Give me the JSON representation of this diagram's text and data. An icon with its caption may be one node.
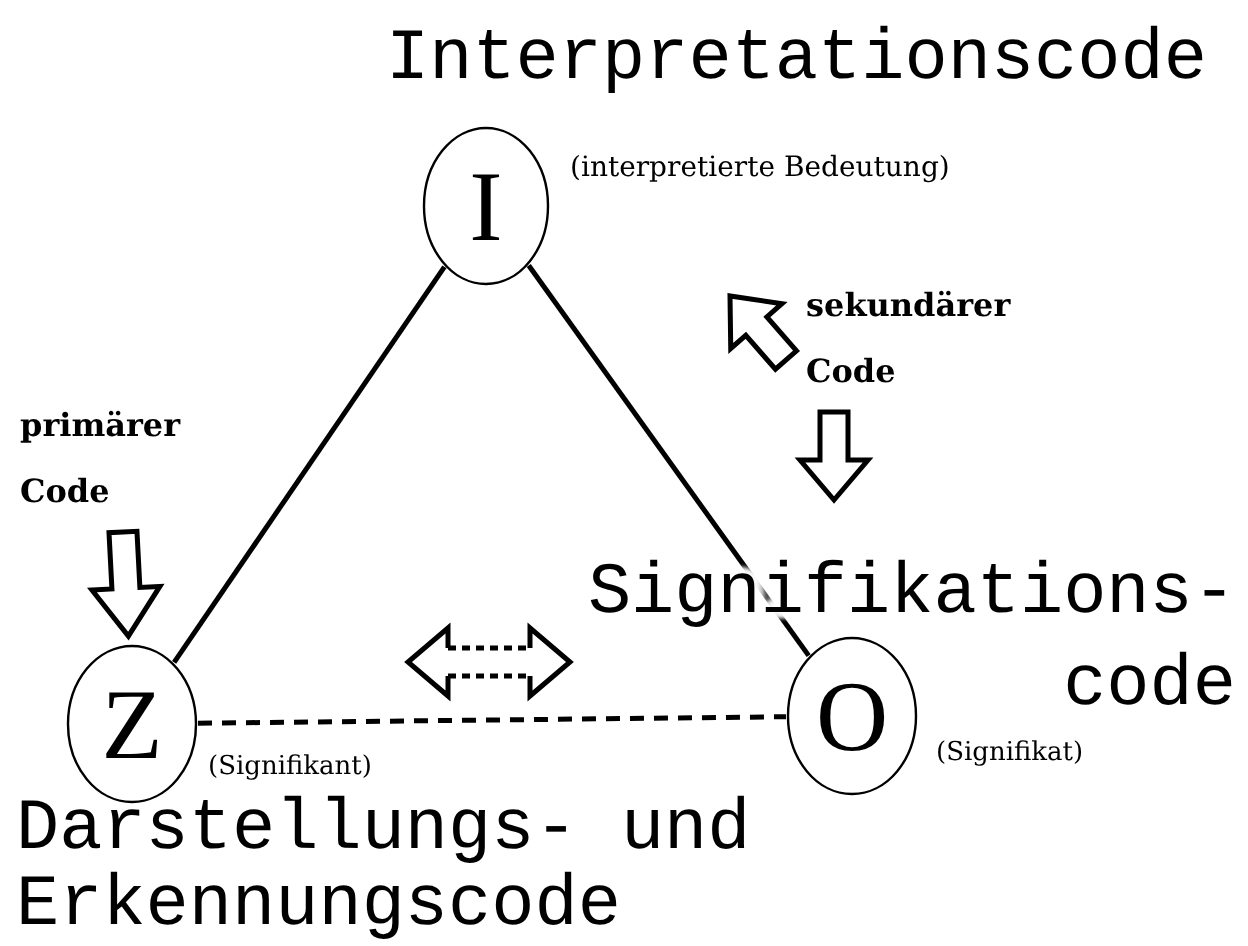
{
  "diagram": {
    "nodes": [
      {
        "text": [
          "I"
        ],
        "beside": [
          "Interpretationscode",
          "(interpretierte Bedeutung)"
        ]
      },
      {
        "text": [
          "primärer Code"
        ]
      },
      {
        "text": [
          "Z"
        ],
        "beside": [
          "(Signifikant)",
          "Darstellungs- und Erkennungscode"
        ]
      },
      {
        "text": [
          "O"
        ],
        "beside": [
          "Signifikations- code",
          "(Signifikat)"
        ]
      }
    ],
    "edges": [
      {
        "from": 0,
        "to": 2,
        "arrow": "none"
      },
      {
        "from": 0,
        "to": 3,
        "arrow": "none"
      },
      {
        "from": 2,
        "to": 3,
        "arrow": "none",
        "style": "dashed"
      },
      {
        "from": 1,
        "to": 2,
        "arrow": "to",
        "style": "thick"
      }
    ],
    "labels": [
      "sekundärer Code"
    ]
  }
}
